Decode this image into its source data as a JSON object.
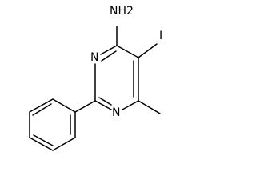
{
  "molecule": {
    "atoms": {
      "amine": "NH2",
      "iodine": "I",
      "ring_nitrogen_upper": "N",
      "ring_nitrogen_lower": "N"
    }
  }
}
